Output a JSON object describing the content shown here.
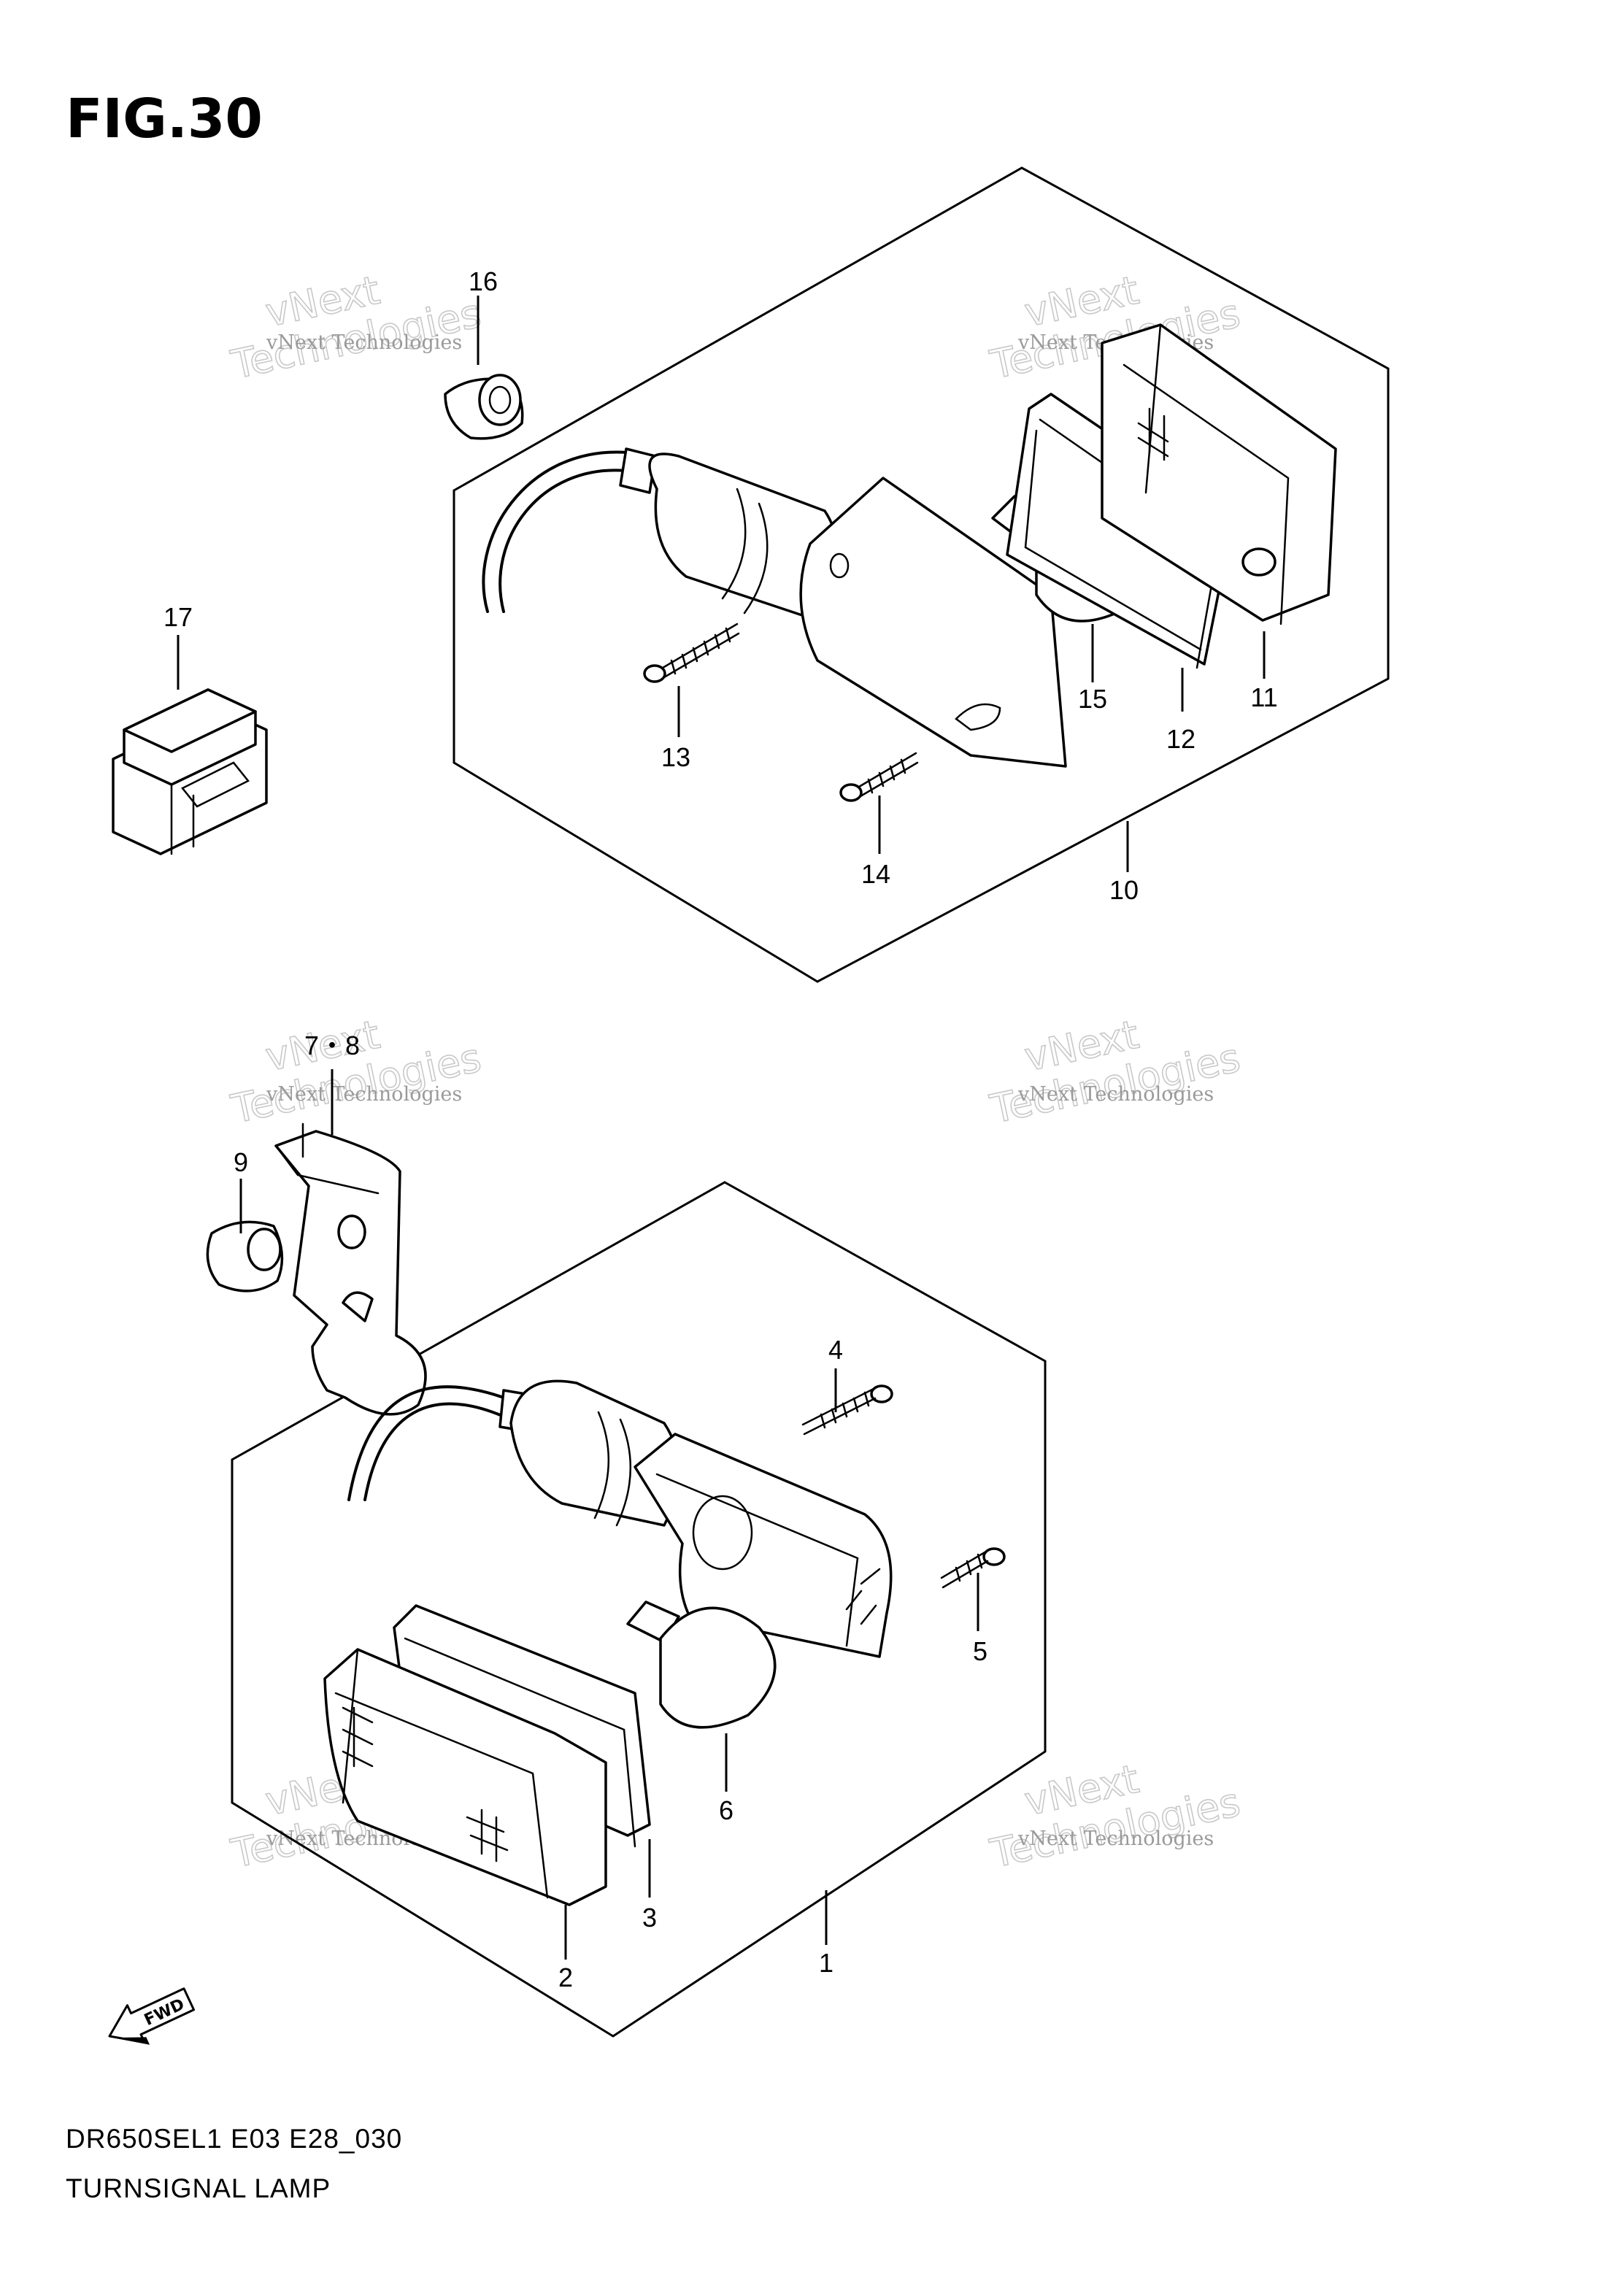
{
  "figure": {
    "title": "FIG.30",
    "code": "DR650SEL1 E03 E28_030",
    "name": "TURNSIGNAL LAMP"
  },
  "watermark": {
    "line1": "vNext Technologies",
    "line2": "vNext",
    "line3": "Technologies"
  },
  "direction_label": "FWD",
  "callouts": {
    "c1": "1",
    "c2": "2",
    "c3": "3",
    "c4": "4",
    "c5": "5",
    "c6": "6",
    "c78": "7・8",
    "c9": "9",
    "c10": "10",
    "c11": "11",
    "c12": "12",
    "c13": "13",
    "c14": "14",
    "c15": "15",
    "c16": "16",
    "c17": "17"
  },
  "colors": {
    "ink": "#000000",
    "watermark": "#9a9a9a"
  }
}
